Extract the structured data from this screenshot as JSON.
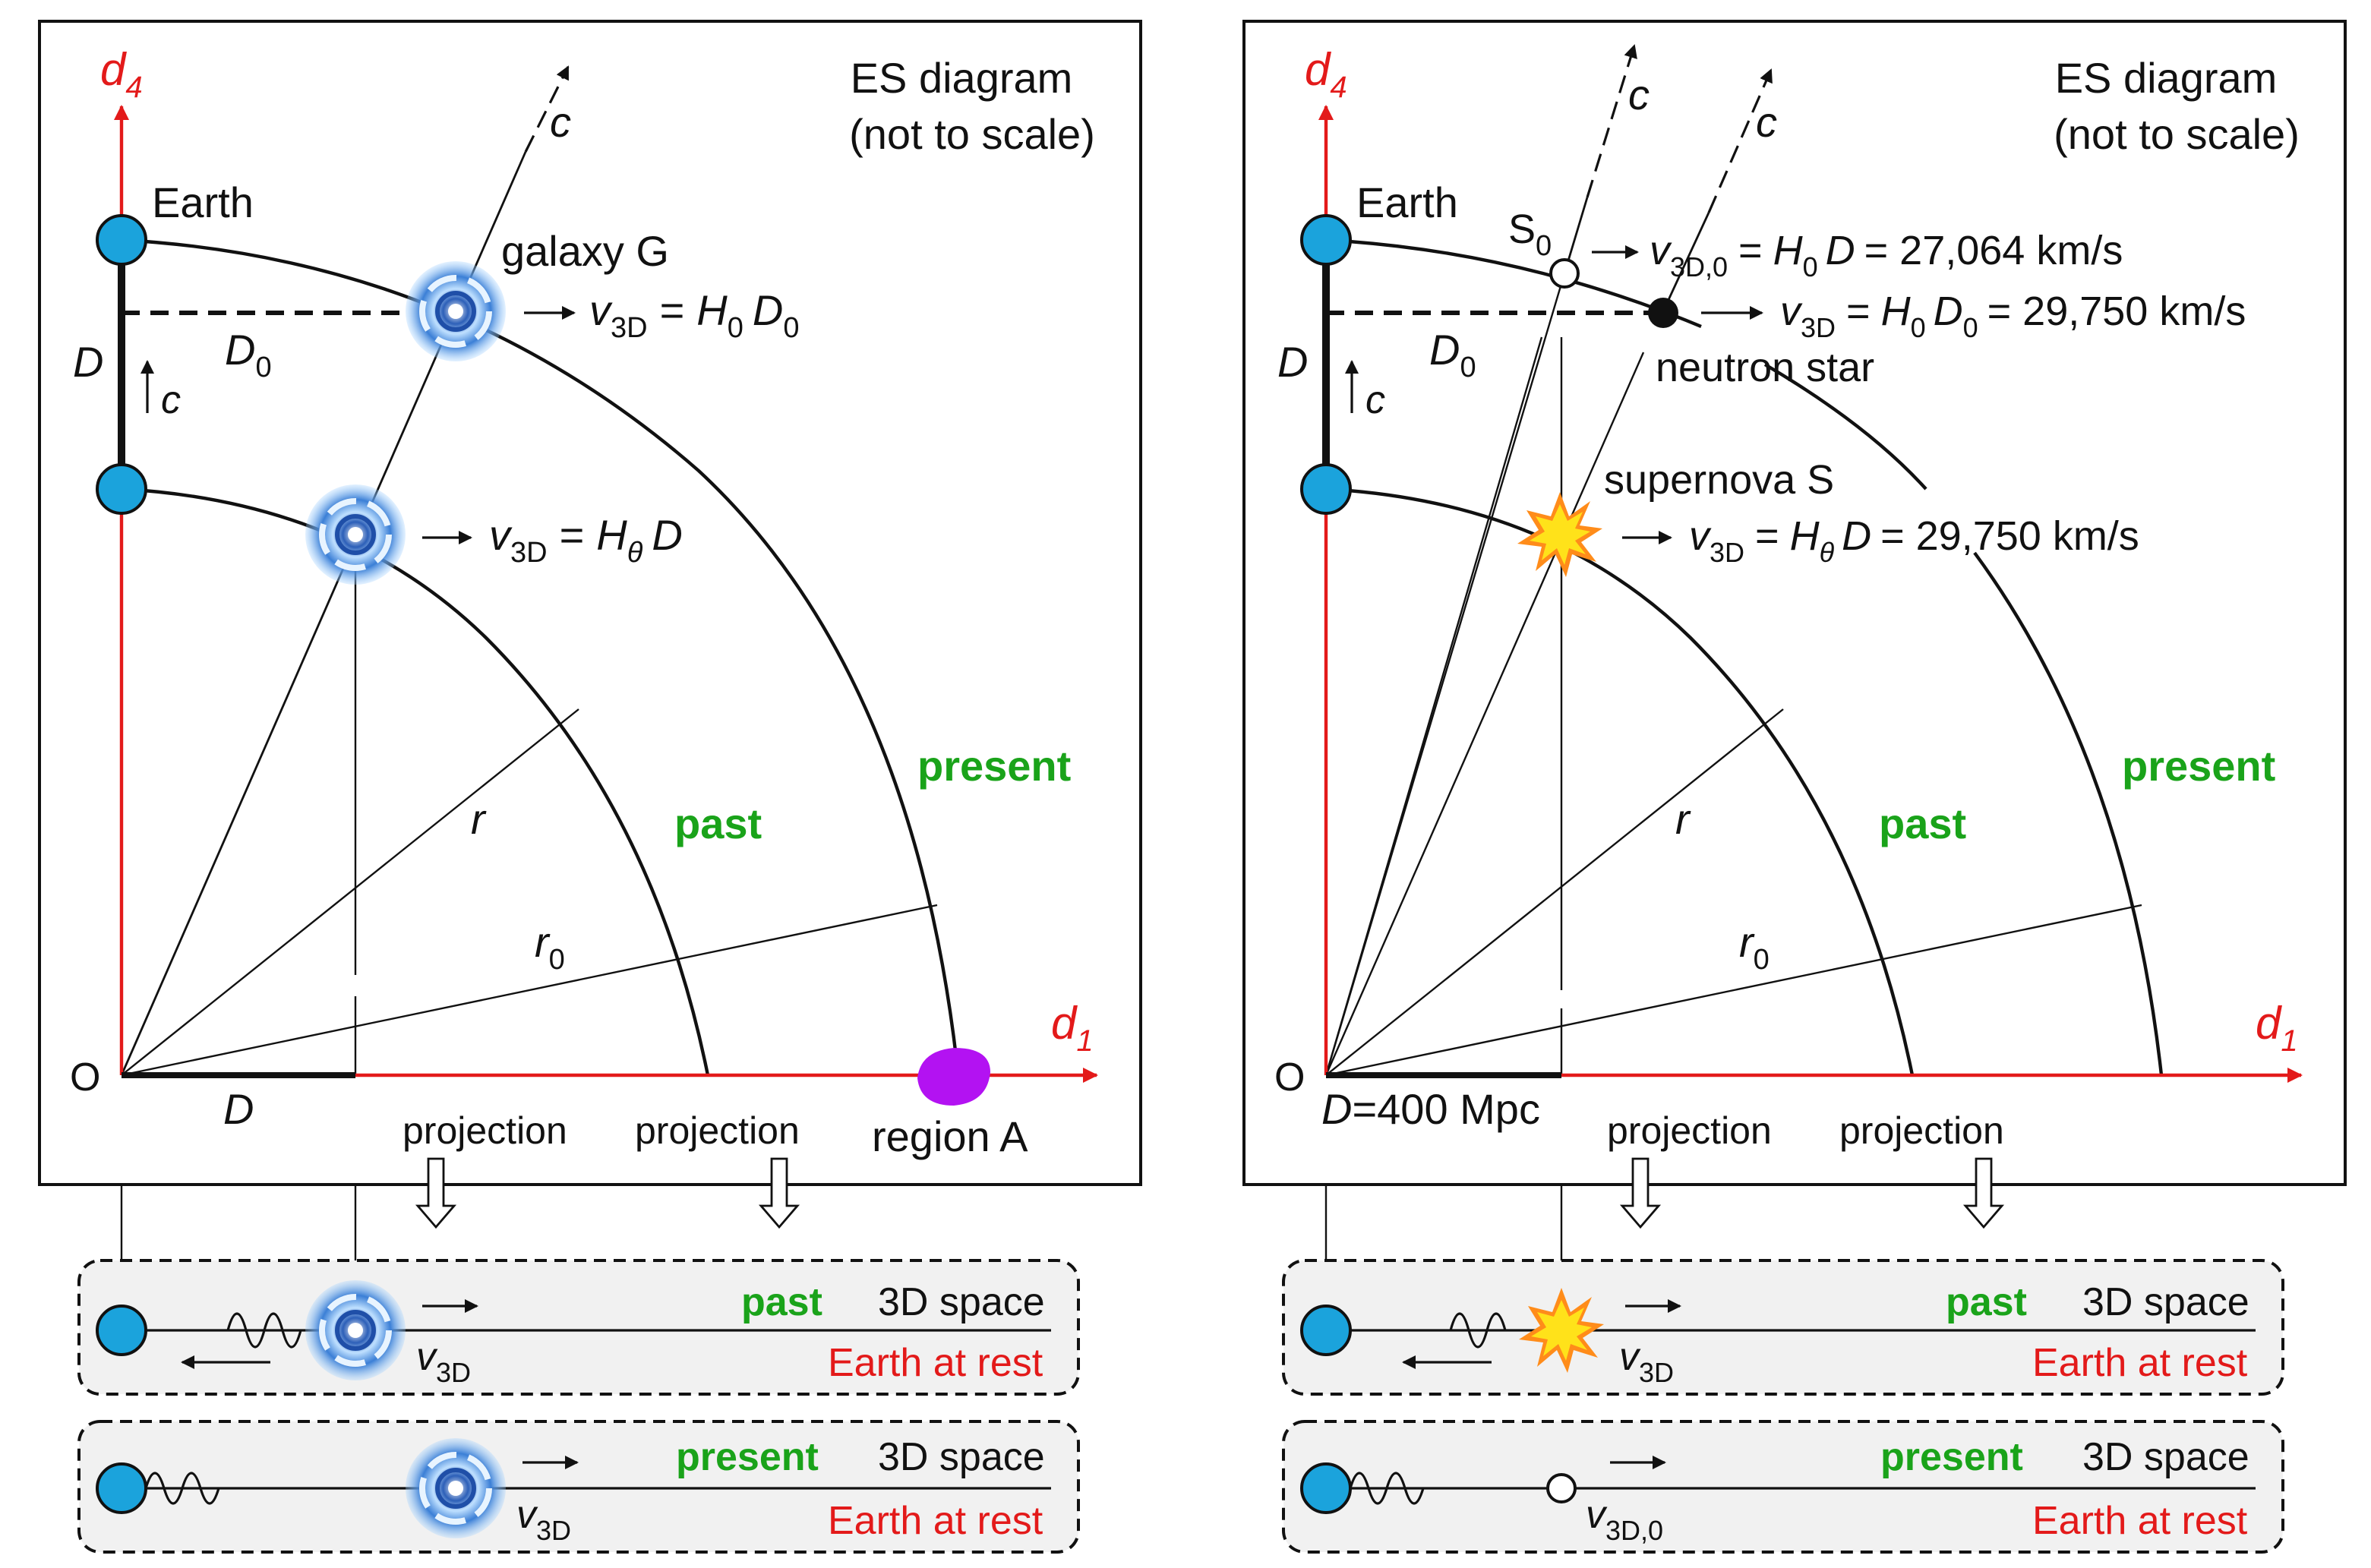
{
  "colors": {
    "axis": "#e31a1a",
    "past_present": "#1aa31a",
    "earth": "#1ba3dc",
    "galaxy": "#3b7fd6",
    "region": "#b312f2",
    "supernova": "#ffe21a",
    "box_fill": "#f1f1f1"
  },
  "left": {
    "caption_line1": "ES diagram",
    "caption_line2": "(not to scale)",
    "axis_y": "d",
    "axis_y_sub": "4",
    "axis_x": "d",
    "axis_x_sub": "1",
    "origin": "O",
    "earth": "Earth",
    "galaxy_label": "galaxy G",
    "c1": "c",
    "c2": "c",
    "D_vert": "D",
    "D0": "D",
    "D0_sub": "0",
    "D_horiz": "D",
    "r": "r",
    "r0": "r",
    "r0_sub": "0",
    "past": "past",
    "present": "present",
    "projection1": "projection",
    "projection2": "projection",
    "region": "region A",
    "eq_top": {
      "v": "v",
      "v_sub": "3D",
      "eq": "=",
      "H": "H",
      "H_sub": "0",
      "D": "D",
      "D_sub": "0"
    },
    "eq_bottom": {
      "v": "v",
      "v_sub": "3D",
      "eq": "=",
      "H": "H",
      "H_sub": "θ",
      "D": "D"
    },
    "box1": {
      "label": "past",
      "space": "3D space",
      "rest": "Earth at rest",
      "v": "v",
      "v_sub": "3D"
    },
    "box2": {
      "label": "present",
      "space": "3D space",
      "rest": "Earth at rest",
      "v": "v",
      "v_sub": "3D"
    }
  },
  "right": {
    "caption_line1": "ES diagram",
    "caption_line2": "(not to scale)",
    "axis_y": "d",
    "axis_y_sub": "4",
    "axis_x": "d",
    "axis_x_sub": "1",
    "origin": "O",
    "earth": "Earth",
    "S0": "S",
    "S0_sub": "0",
    "c1": "c",
    "c2": "c",
    "c3": "c",
    "D_vert": "D",
    "D0": "D",
    "D0_sub": "0",
    "D_horiz": "D",
    "D_value": "=400 Mpc",
    "r": "r",
    "r0": "r",
    "r0_sub": "0",
    "past": "past",
    "present": "present",
    "projection1": "projection",
    "projection2": "projection",
    "neutron_star": "neutron star",
    "supernova_label": "supernova S",
    "eq1": {
      "v": "v",
      "v_sub": "3D,0",
      "eq1": "=",
      "H": "H",
      "H_sub": "0",
      "D": "D",
      "value": "= 27,064 km/s"
    },
    "eq2": {
      "v": "v",
      "v_sub": "3D",
      "eq1": "=",
      "H": "H",
      "H_sub": "0",
      "D": "D",
      "D_sub": "0",
      "value": "= 29,750 km/s"
    },
    "eq3": {
      "v": "v",
      "v_sub": "3D",
      "eq1": "=",
      "H": "H",
      "H_sub": "θ",
      "D": "D",
      "value": "= 29,750 km/s"
    },
    "box1": {
      "label": "past",
      "space": "3D space",
      "rest": "Earth at rest",
      "v": "v",
      "v_sub": "3D"
    },
    "box2": {
      "label": "present",
      "space": "3D space",
      "rest": "Earth at rest",
      "v": "v",
      "v_sub": "3D,0"
    }
  }
}
